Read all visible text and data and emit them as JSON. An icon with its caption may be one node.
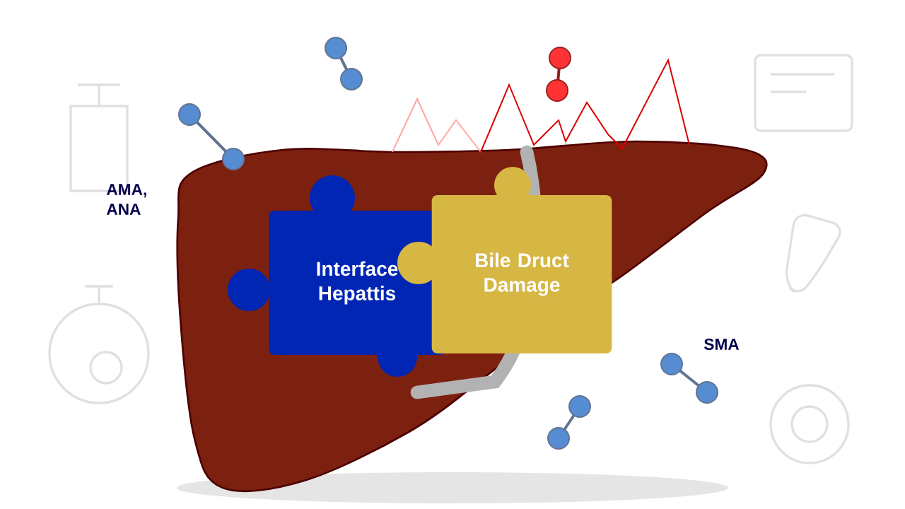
{
  "diagram": {
    "nodes": [
      {
        "text": [
          "Interface Hepattis"
        ]
      },
      {
        "text": [
          "Bile Druct Damage"
        ]
      }
    ],
    "labels": [
      "AMA, ANA",
      "SMA"
    ]
  }
}
